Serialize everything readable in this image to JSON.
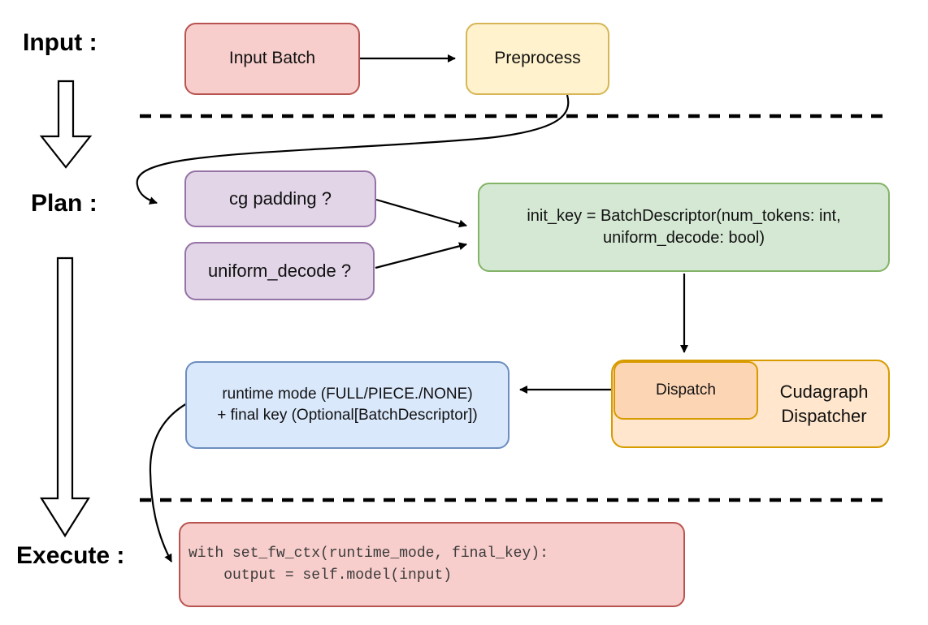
{
  "diagram": {
    "stages": {
      "input": "Input :",
      "plan": "Plan :",
      "execute": "Execute :"
    },
    "nodes": {
      "input_batch": {
        "label": "Input Batch",
        "fill": "#f8cecc",
        "stroke": "#b85450"
      },
      "preprocess": {
        "label": "Preprocess",
        "fill": "#fff2cc",
        "stroke": "#d6b656"
      },
      "cg_padding": {
        "label": "cg padding ?",
        "fill": "#e1d5e7",
        "stroke": "#9673a6"
      },
      "uniform_decode": {
        "label": "uniform_decode ?",
        "fill": "#e1d5e7",
        "stroke": "#9673a6"
      },
      "init_key": {
        "line1": "init_key = BatchDescriptor(num_tokens: int,",
        "line2": "uniform_decode: bool)",
        "fill": "#d5e8d4",
        "stroke": "#82b366"
      },
      "cudagraph_dispatcher": {
        "line1": "Cudagraph",
        "line2": "Dispatcher",
        "fill": "#ffe6cc",
        "stroke": "#d79b00"
      },
      "dispatch": {
        "label": "Dispatch",
        "fill": "#fcd5b5",
        "stroke": "#d79b00"
      },
      "runtime_result": {
        "line1": "runtime mode (FULL/PIECE./NONE)",
        "line2": "+ final key (Optional[BatchDescriptor])",
        "fill": "#dae8fc",
        "stroke": "#6c8ebf"
      },
      "execute_code": {
        "line1": "with set_fw_ctx(runtime_mode, final_key):",
        "line2": "    output = self.model(input)",
        "fill": "#f8cecc",
        "stroke": "#b85450"
      }
    },
    "wire_color": "#000000"
  }
}
